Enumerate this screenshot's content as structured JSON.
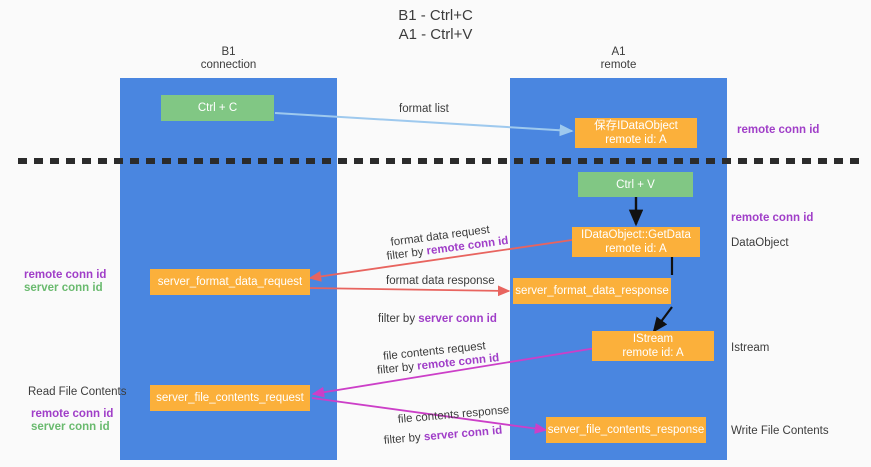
{
  "diagram": {
    "title": "B1 - Ctrl+C\nA1 - Ctrl+V",
    "lanes": [
      {
        "key": "b1",
        "label": "B1\nconnection"
      },
      {
        "key": "a1",
        "label": "A1\nremote"
      }
    ],
    "colors": {
      "lane": "#4a86e0",
      "box_green": "#81c784",
      "box_orange": "#fbb03b",
      "arrow_blue": "#9ec9ee",
      "arrow_red": "#e8645f",
      "arrow_magenta": "#cc3fc8",
      "arrow_black": "#111111",
      "text_purple": "#a03ec8",
      "text_green": "#6aba6f",
      "background": "#fafafa",
      "divider": "#2b2b2b"
    },
    "boxes": {
      "ctrl_c": "Ctrl + C",
      "ctrl_v": "Ctrl + V",
      "save_idataobject": "保存IDataObject\nremote id: A",
      "idataobject_getdata": "IDataObject::GetData\nremote id: A",
      "istream": "IStream\nremote id: A",
      "server_format_data_request": "server_format_data_request",
      "server_format_data_response": "server_format_data_response",
      "server_file_contents_request": "server_file_contents_request",
      "server_file_contents_response": "server_file_contents_response"
    },
    "edge_labels": {
      "format_list": "format list",
      "format_data_request": "format data request",
      "format_data_request_filter_pre": "filter by ",
      "format_data_request_filter_key": "remote conn id",
      "format_data_response": "format data response",
      "format_data_response_filter_pre": "filter by ",
      "format_data_response_filter_key": "server conn id",
      "file_contents_request": "file contents request",
      "file_contents_request_filter_pre": "filter by ",
      "file_contents_request_filter_key": "remote conn id",
      "file_contents_response": "file contents response",
      "file_contents_response_filter_pre": "filter by ",
      "file_contents_response_filter_key": "server conn id"
    },
    "right_annotations": [
      {
        "key": "top_remote_conn_id",
        "text": "remote conn id",
        "style": "purple"
      },
      {
        "key": "mid_remote_conn_id",
        "text": "remote conn id",
        "style": "purple"
      },
      {
        "key": "dataobject",
        "text": "DataObject",
        "style": "dark"
      },
      {
        "key": "istream",
        "text": "Istream",
        "style": "dark"
      },
      {
        "key": "write_file_contents",
        "text": "Write File Contents",
        "style": "dark"
      }
    ],
    "left_annotations": [
      {
        "key": "mid_remote_conn_id",
        "text": "remote conn id",
        "style": "purple"
      },
      {
        "key": "mid_server_conn_id",
        "text": "server conn id",
        "style": "green"
      },
      {
        "key": "read_file_contents",
        "text": "Read File Contents",
        "style": "dark"
      },
      {
        "key": "bottom_remote_conn_id",
        "text": "remote conn id",
        "style": "purple"
      },
      {
        "key": "bottom_server_conn_id",
        "text": "server conn id",
        "style": "green"
      }
    ]
  }
}
